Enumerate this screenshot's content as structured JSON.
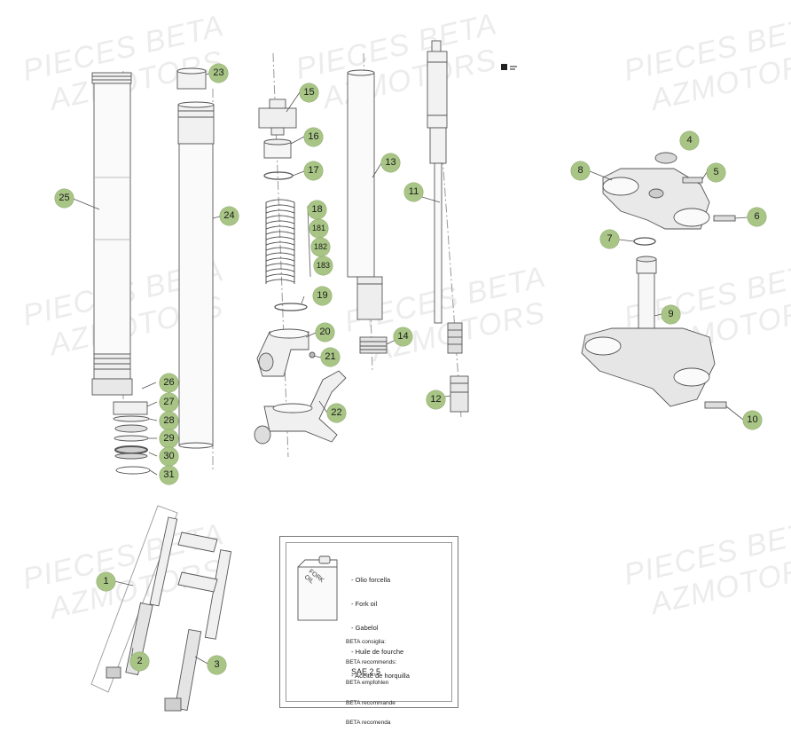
{
  "watermarks": [
    {
      "line1": "PIECES BETA",
      "line2": "AZMOTORS"
    },
    {
      "line1": "PIECES BETA",
      "line2": "AZMOTORS"
    },
    {
      "line1": "PIECES BETA",
      "line2": "AZMOTORS"
    },
    {
      "line1": "PIECES BETA",
      "line2": "AZMOTORS"
    },
    {
      "line1": "PIECES BETA",
      "line2": "AZMOTORS"
    },
    {
      "line1": "PIECES BETA",
      "line2": "AZMOTORS"
    },
    {
      "line1": "PIECES BETA",
      "line2": "AZMOTORS"
    },
    {
      "line1": "PIECES BETA",
      "line2": "AZMOTORS"
    }
  ],
  "callouts": [
    "1",
    "2",
    "3",
    "4",
    "5",
    "6",
    "7",
    "8",
    "9",
    "10",
    "11",
    "12",
    "13",
    "14",
    "15",
    "16",
    "17",
    "18",
    "181",
    "182",
    "183",
    "19",
    "20",
    "21",
    "22",
    "23",
    "24",
    "25",
    "26",
    "27",
    "28",
    "29",
    "30",
    "31"
  ],
  "oil_box": {
    "can_label": "FORK\nOIL",
    "oil_names": [
      "- Olio forcella",
      "- Fork oil",
      "- Gabelol",
      "- Huile de fourche",
      "- Aceite de horquilla"
    ],
    "recommend": [
      "BETA consiglia:",
      "BETA recommends:",
      "BETA empfohlen",
      "BETA recommande",
      "BETA recomenda"
    ],
    "grade": "SAE 2,5"
  },
  "colors": {
    "callout_fill": "#a8c586",
    "line": "#555555",
    "watermark": "#ececec"
  }
}
